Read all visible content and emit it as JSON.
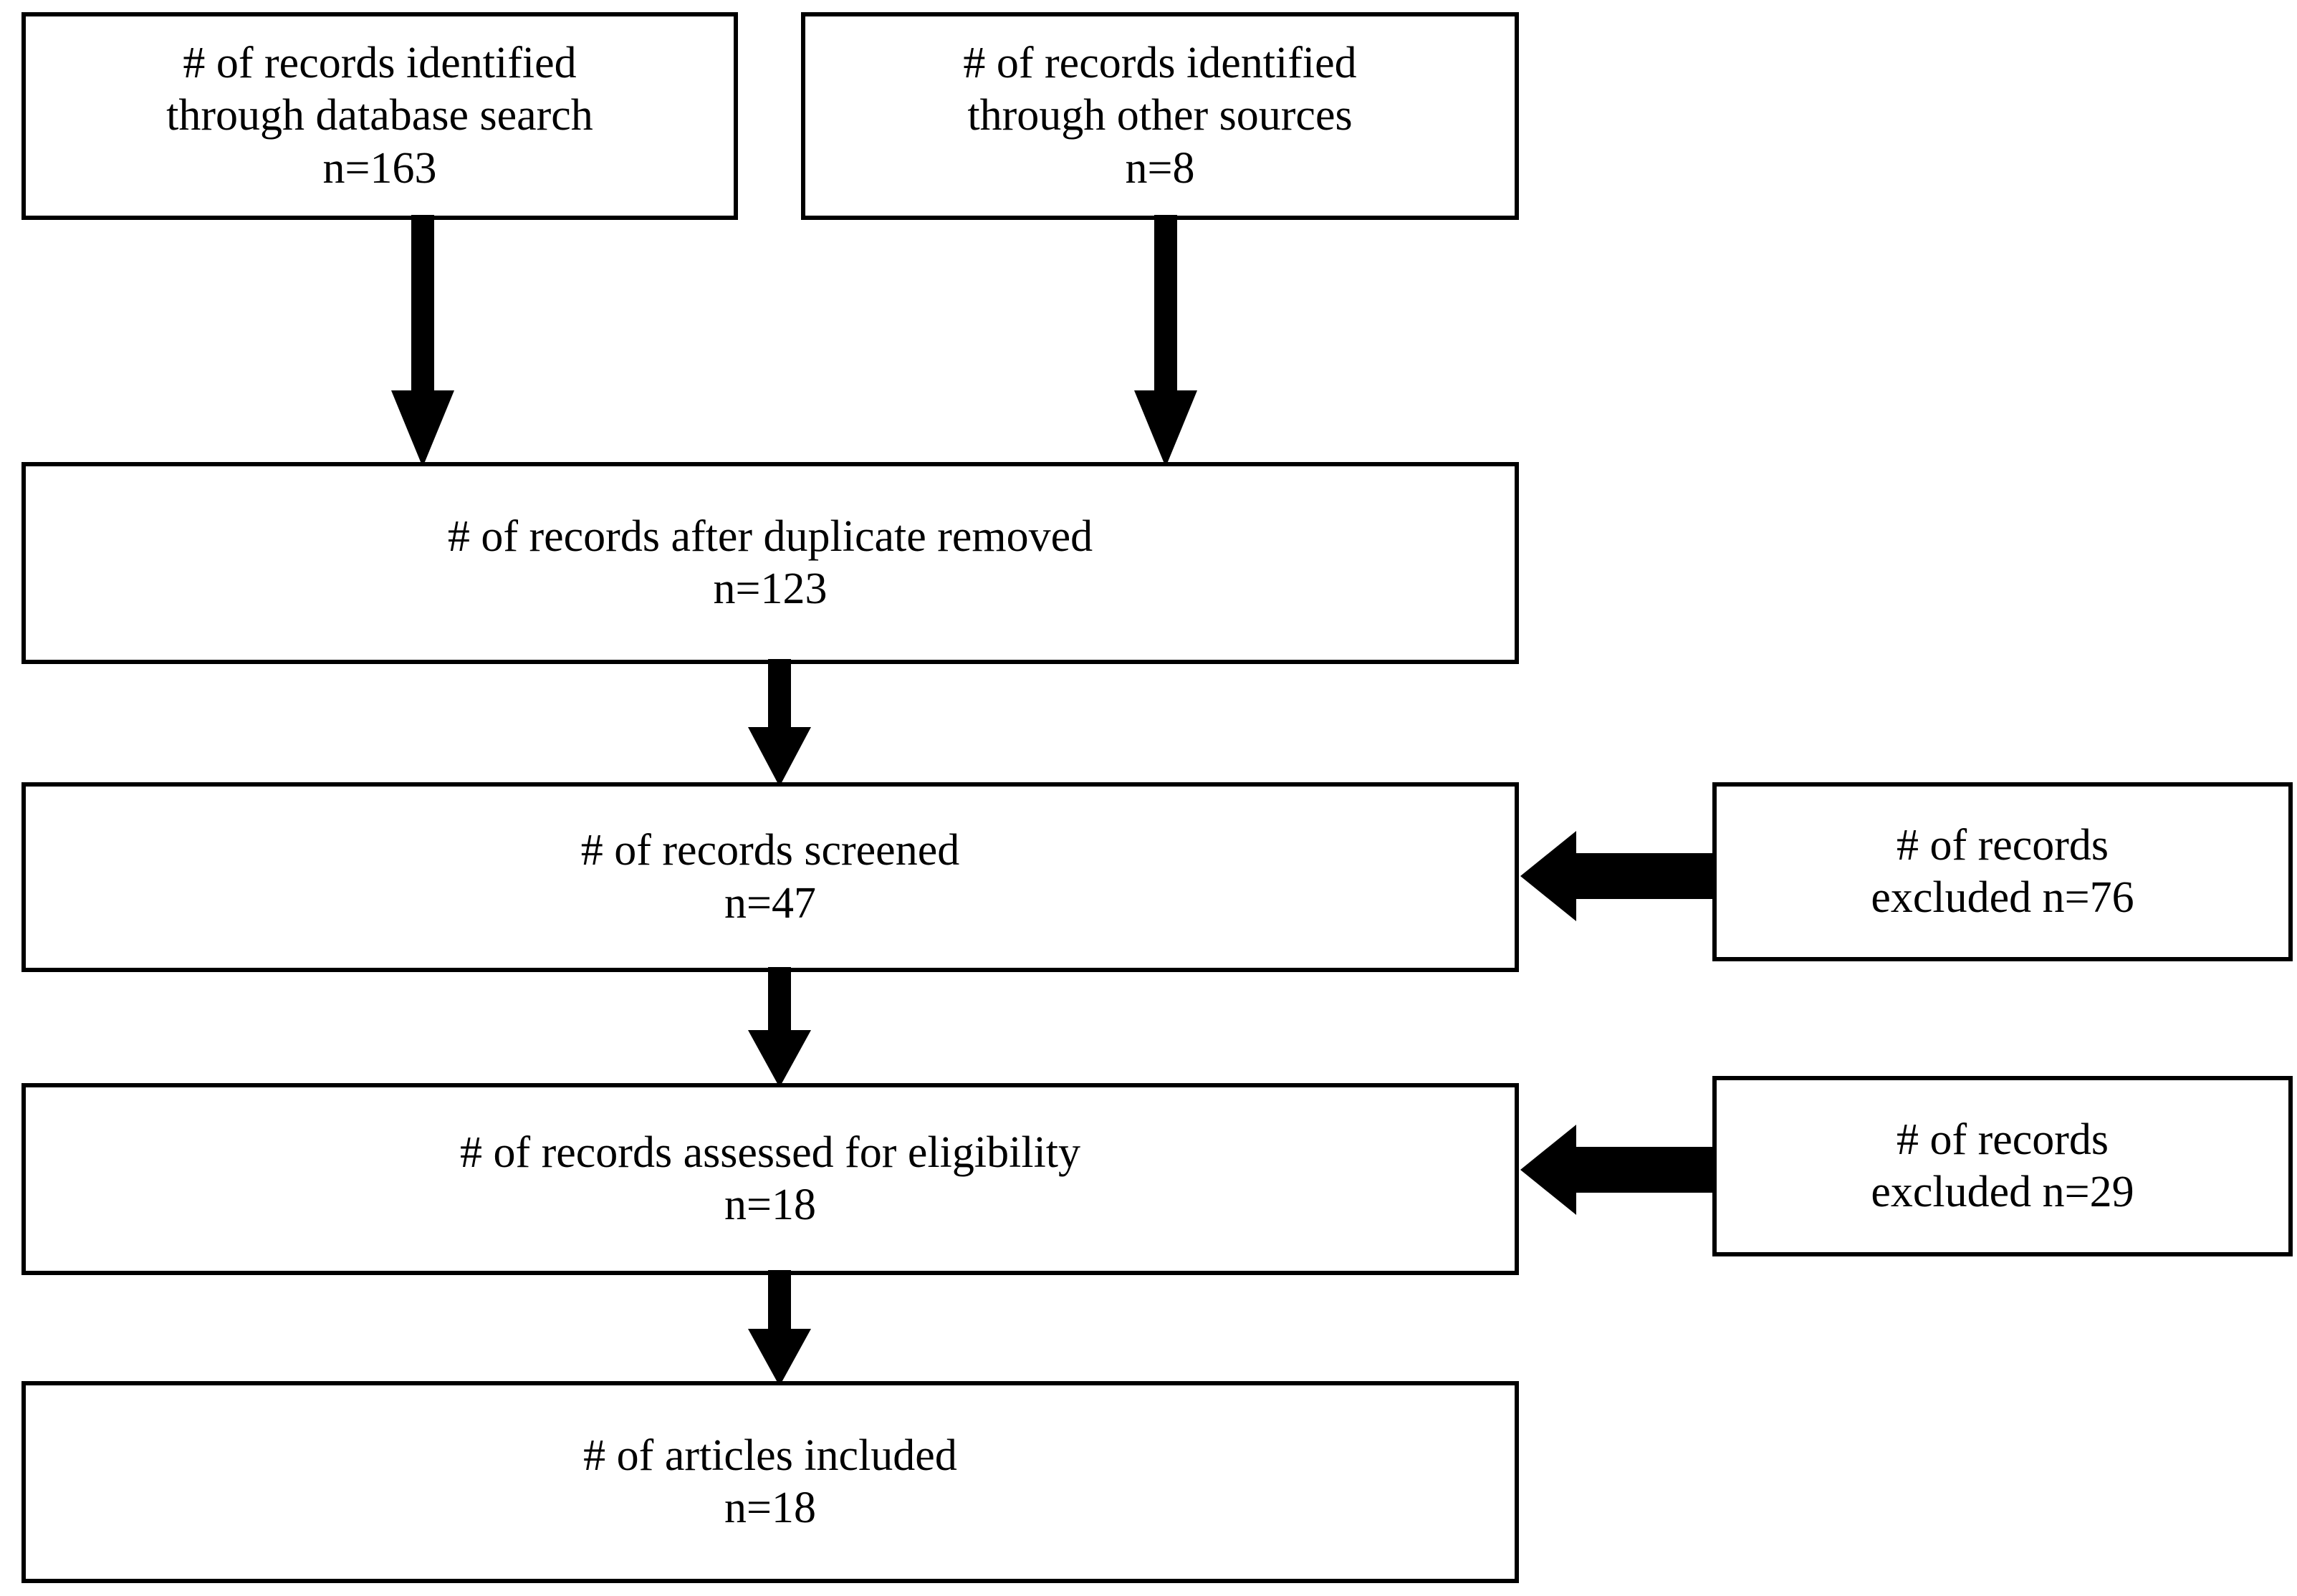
{
  "diagram": {
    "type": "prisma-flow-diagram",
    "title": "",
    "colors": {
      "background": "#ffffff",
      "box_border": "#000000",
      "box_fill": "#ffffff",
      "arrow": "#000000",
      "text": "#000000"
    },
    "nodes": [
      {
        "id": "records-identified-database",
        "line1": "# of records identified",
        "line2": "through database search",
        "line3": "n=163",
        "count": 163
      },
      {
        "id": "records-identified-other",
        "line1": "# of records identified",
        "line2": "through other sources",
        "line3": "n=8",
        "count": 8
      },
      {
        "id": "records-after-duplicate-removed",
        "line1": "# of records after duplicate removed",
        "line2": "n=123",
        "count": 123
      },
      {
        "id": "records-screened",
        "line1": "# of records screened",
        "line2": "n=47",
        "count": 47
      },
      {
        "id": "records-excluded-screening",
        "line1": "# of records",
        "line2": "excluded n=76",
        "count": 76
      },
      {
        "id": "records-assessed-eligibility",
        "line1": "# of records assessed for eligibility",
        "line2": "n=18",
        "count": 18
      },
      {
        "id": "records-excluded-eligibility",
        "line1": "# of records",
        "line2": "excluded n=29",
        "count": 29
      },
      {
        "id": "articles-included",
        "line1": "# of articles included",
        "line2": "n=18",
        "count": 18
      }
    ],
    "edges": [
      {
        "id": "db-to-dedup",
        "from": "records-identified-database",
        "to": "records-after-duplicate-removed",
        "direction": "down"
      },
      {
        "id": "other-to-dedup",
        "from": "records-identified-other",
        "to": "records-after-duplicate-removed",
        "direction": "down"
      },
      {
        "id": "dedup-to-screened",
        "from": "records-after-duplicate-removed",
        "to": "records-screened",
        "direction": "down"
      },
      {
        "id": "screened-to-eligibility",
        "from": "records-screened",
        "to": "records-assessed-eligibility",
        "direction": "down"
      },
      {
        "id": "eligibility-to-included",
        "from": "records-assessed-eligibility",
        "to": "articles-included",
        "direction": "down"
      },
      {
        "id": "excluded76-to-screened",
        "from": "records-excluded-screening",
        "to": "records-screened",
        "direction": "left"
      },
      {
        "id": "excluded29-to-eligibility",
        "from": "records-excluded-eligibility",
        "to": "records-assessed-eligibility",
        "direction": "left"
      }
    ]
  }
}
